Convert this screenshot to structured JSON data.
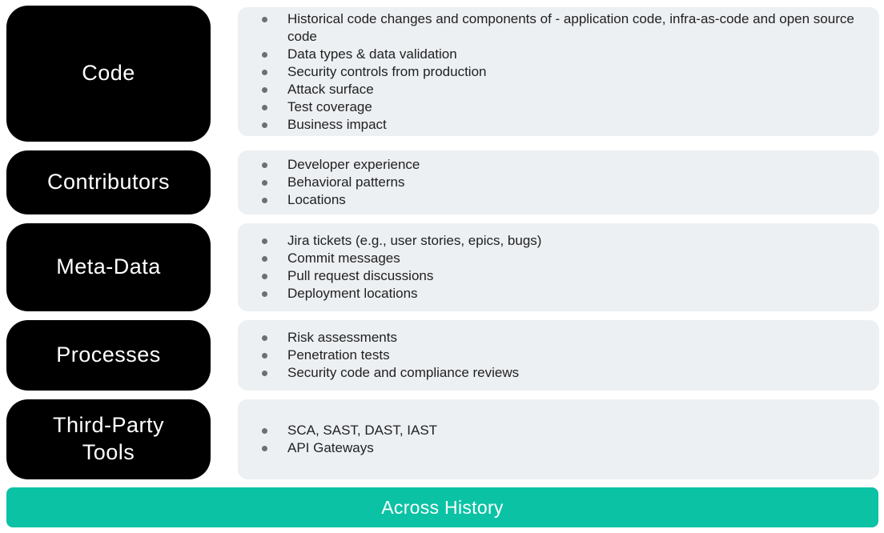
{
  "colors": {
    "box_bg": "#000000",
    "box_text": "#ffffff",
    "panel_bg": "#edf0f3",
    "bullet": "#6d7072",
    "text": "#212121",
    "footer_bg": "#0cc2a5",
    "footer_text": "#ffffff"
  },
  "rows": [
    {
      "label": "Code",
      "items": [
        "Historical code changes and components of - application code, infra-as-code and open source code",
        "Data types & data validation",
        "Security controls from production",
        "Attack surface",
        "Test coverage",
        "Business impact"
      ]
    },
    {
      "label": "Contributors",
      "items": [
        "Developer experience",
        "Behavioral patterns",
        "Locations"
      ]
    },
    {
      "label": "Meta-Data",
      "items": [
        "Jira tickets (e.g., user stories, epics, bugs)",
        "Commit messages",
        "Pull request discussions",
        "Deployment locations"
      ]
    },
    {
      "label": "Processes",
      "items": [
        "Risk assessments",
        "Penetration tests",
        "Security code and compliance reviews"
      ]
    },
    {
      "label": "Third-Party Tools",
      "items": [
        "SCA, SAST, DAST, IAST",
        "API Gateways"
      ]
    }
  ],
  "footer": {
    "label": "Across History"
  }
}
